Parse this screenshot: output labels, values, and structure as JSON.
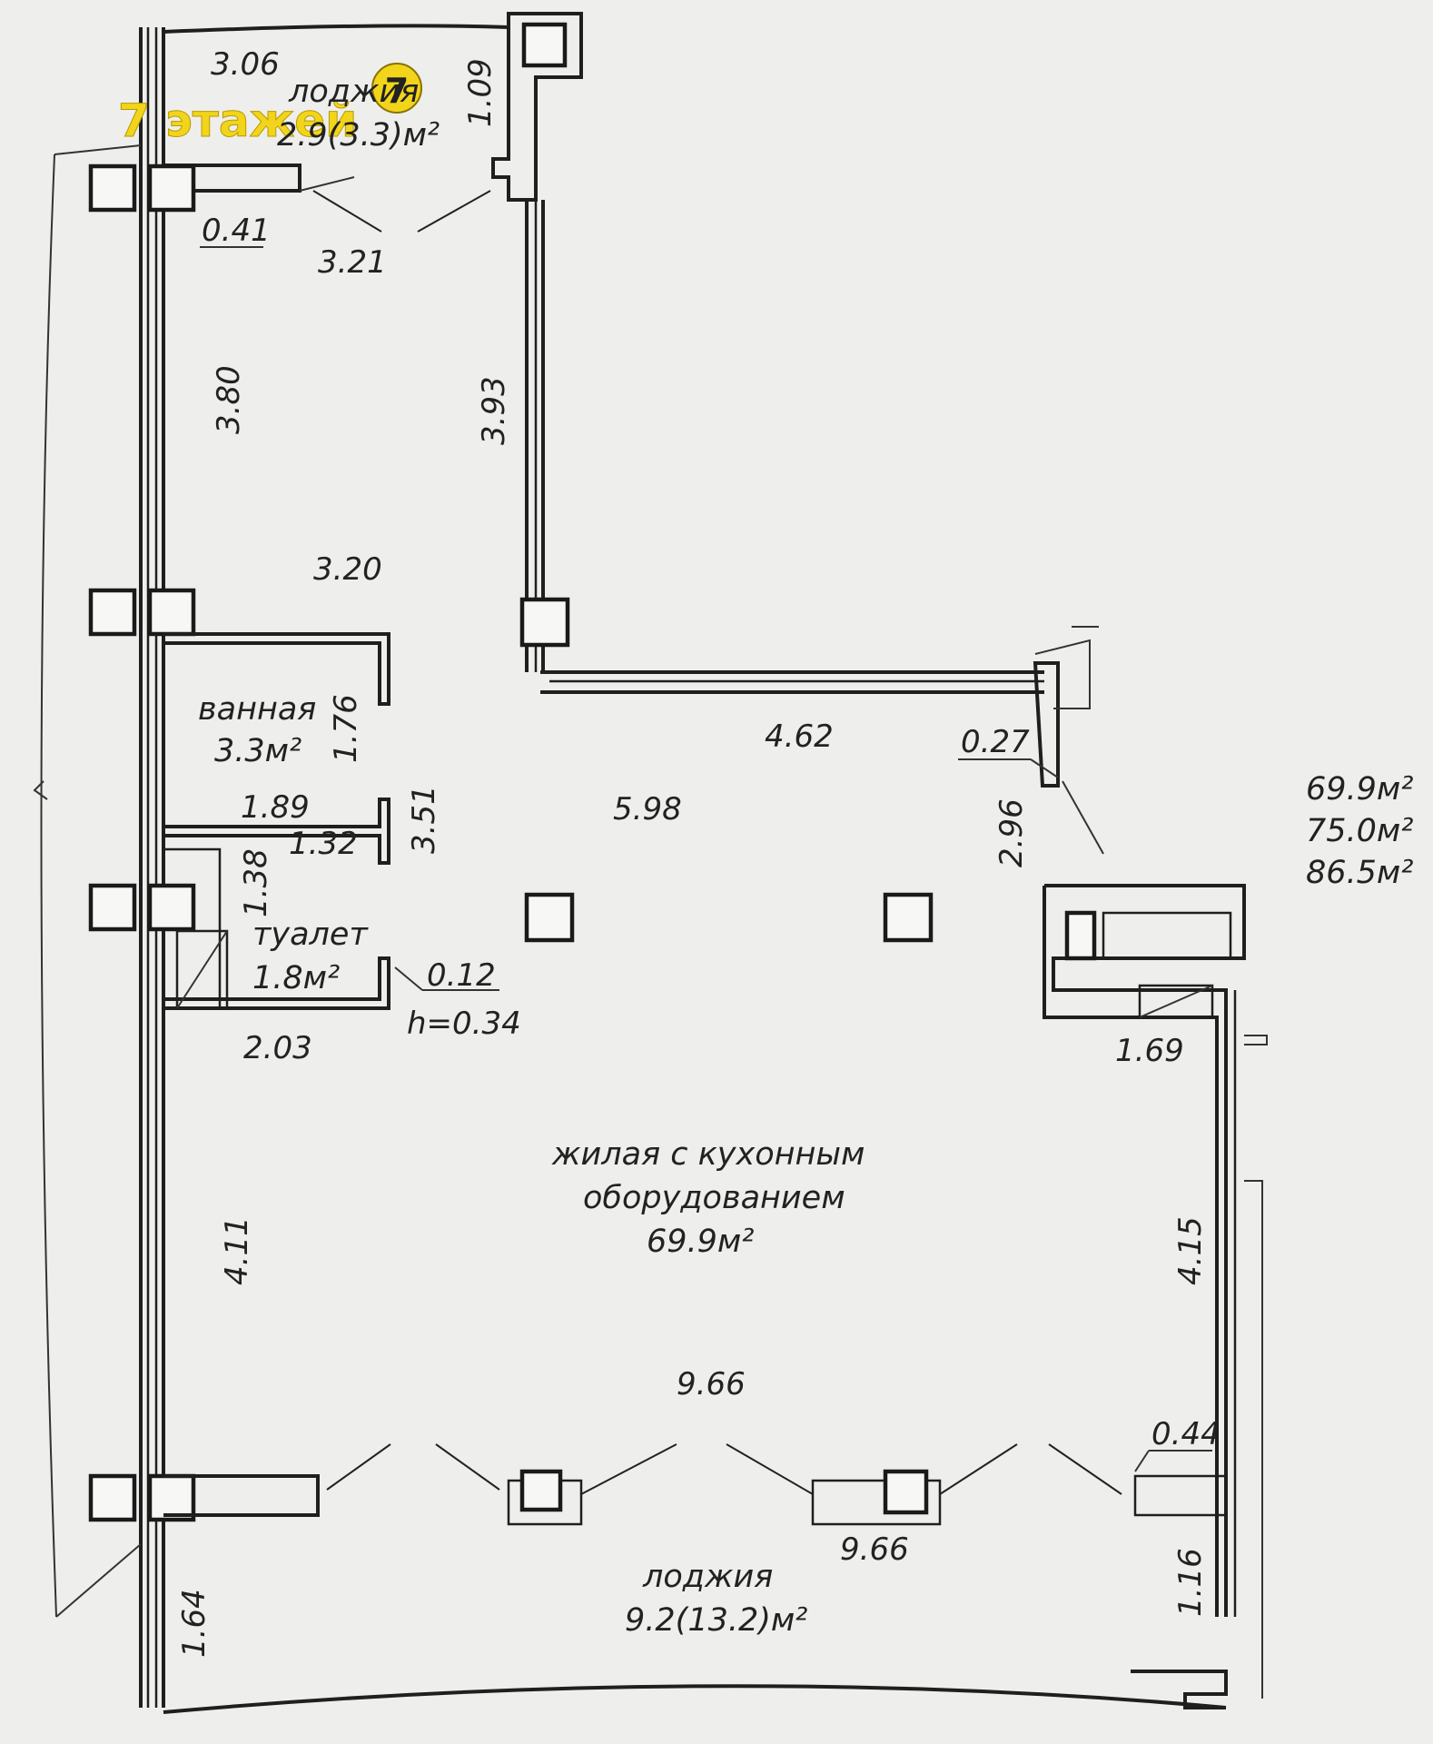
{
  "watermark": {
    "text": "7 этажей",
    "badge": "7",
    "color": "#f2d51a"
  },
  "rooms": {
    "loggia_top": {
      "name": "лоджия",
      "area": "2.9(3.3)м²"
    },
    "bathroom": {
      "name": "ванная",
      "area": "3.3м²"
    },
    "toilet": {
      "name": "туалет",
      "area": "1.8м²"
    },
    "living": {
      "line1": "жилая с кухонным",
      "line2": "оборудованием",
      "area": "69.9м²"
    },
    "loggia_bottom": {
      "name": "лоджия",
      "area": "9.2(13.2)м²"
    }
  },
  "summary": {
    "living_area": "69.9м²",
    "total_area": "75.0м²",
    "total_with_loggias": "86.5м²"
  },
  "dimensions": {
    "d306": "3.06",
    "d109": "1.09",
    "d041": "0.41",
    "d321": "3.21",
    "d380": "3.80",
    "d393": "3.93",
    "d320": "3.20",
    "d176": "1.76",
    "d462": "4.62",
    "d027": "0.27",
    "d189": "1.89",
    "d351": "3.51",
    "d598": "5.98",
    "d296": "2.96",
    "d138": "1.38",
    "d132": "1.32",
    "d012": "0.12",
    "h034": "h=0.34",
    "d203": "2.03",
    "d169": "1.69",
    "d411": "4.11",
    "d415": "4.15",
    "d966a": "9.66",
    "d044": "0.44",
    "d966b": "9.66",
    "d164": "1.64",
    "d116": "1.16"
  }
}
